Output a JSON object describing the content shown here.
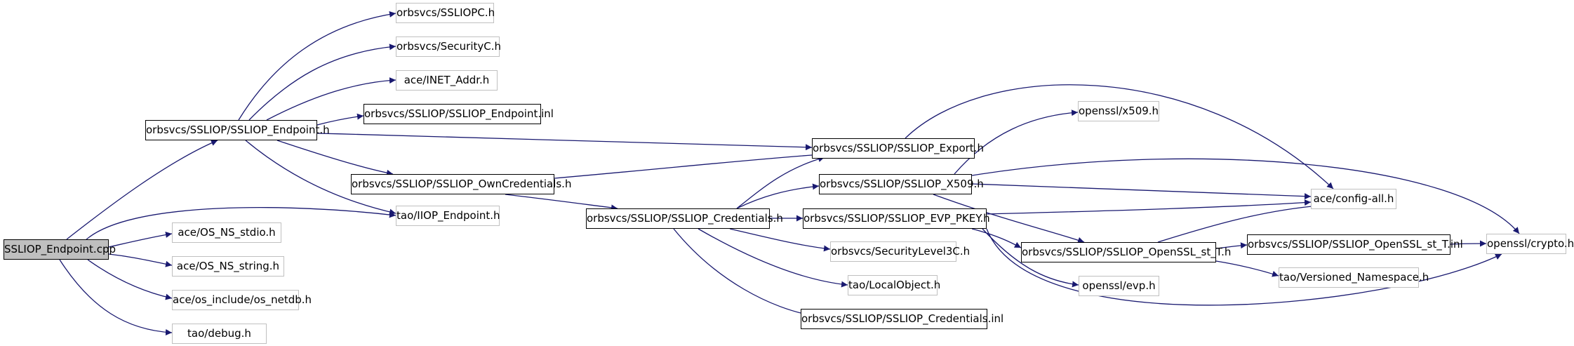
{
  "colors": {
    "edge": "#191970",
    "root_fill": "#bfbfbf",
    "node_border": "#000000",
    "external_node_border": "#c0c0c0"
  },
  "nodes": {
    "root": "SSLIOP_Endpoint.cpp",
    "endpoint_h": "orbsvcs/SSLIOP/SSLIOP_Endpoint.h",
    "ssliopc_h": "orbsvcs/SSLIOPC.h",
    "securityc_h": "orbsvcs/SecurityC.h",
    "inet_addr_h": "ace/INET_Addr.h",
    "endpoint_inl": "orbsvcs/SSLIOP/SSLIOP_Endpoint.inl",
    "export_h": "orbsvcs/SSLIOP/SSLIOP_Export.h",
    "owncredentials_h": "orbsvcs/SSLIOP/SSLIOP_OwnCredentials.h",
    "iiop_endpoint_h": "tao/IIOP_Endpoint.h",
    "os_ns_stdio_h": "ace/OS_NS_stdio.h",
    "os_ns_string_h": "ace/OS_NS_string.h",
    "os_netdb_h": "ace/os_include/os_netdb.h",
    "debug_h": "tao/debug.h",
    "credentials_h": "orbsvcs/SSLIOP/SSLIOP_Credentials.h",
    "x509_h": "orbsvcs/SSLIOP/SSLIOP_X509.h",
    "evp_pkey_h": "orbsvcs/SSLIOP/SSLIOP_EVP_PKEY.h",
    "securitylevel3c_h": "orbsvcs/SecurityLevel3C.h",
    "localobject_h": "tao/LocalObject.h",
    "credentials_inl": "orbsvcs/SSLIOP/SSLIOP_Credentials.inl",
    "openssl_x509_h": "openssl/x509.h",
    "config_all_h": "ace/config-all.h",
    "openssl_st_t_h": "orbsvcs/SSLIOP/SSLIOP_OpenSSL_st_T.h",
    "openssl_evp_h": "openssl/evp.h",
    "openssl_st_t_inl": "orbsvcs/SSLIOP/SSLIOP_OpenSSL_st_T.inl",
    "versioned_namespace_h": "tao/Versioned_Namespace.h",
    "openssl_crypto_h": "openssl/crypto.h"
  }
}
